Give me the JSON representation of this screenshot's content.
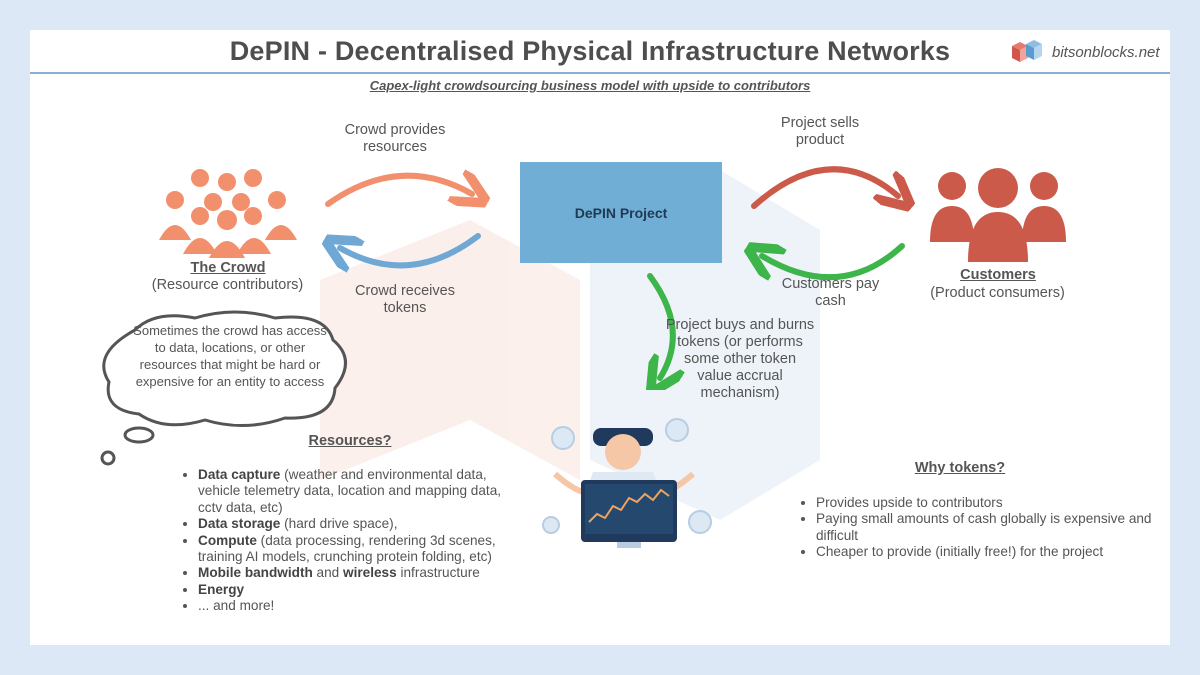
{
  "title": "DePIN - Decentralised Physical Infrastructure Networks",
  "brand": {
    "name": "bitsonblocks.net",
    "icon": "cube-logo-icon"
  },
  "subtitle": "Capex-light crowdsourcing business model with upside to contributors",
  "crowd": {
    "name": "The Crowd",
    "role": "(Resource contributors)",
    "icon": "people-group-icon",
    "color": "#f2906e"
  },
  "project": {
    "label": "DePIN Project",
    "color": "#71aed6"
  },
  "customers": {
    "name": "Customers",
    "role": "(Product consumers)",
    "icon": "users-icon",
    "color": "#cb5a4a"
  },
  "flows": {
    "crowd_provides": "Crowd provides resources",
    "crowd_receives": "Crowd receives tokens",
    "project_sells": "Project sells product",
    "customers_pay": "Customers pay cash",
    "project_buys": "Project buys and burns tokens (or performs some other token value accrual mechanism)"
  },
  "thought_bubble": "Sometimes the crowd has access to data, locations, or other resources that might be hard or expensive for an entity to access",
  "resources": {
    "heading": "Resources?",
    "items": [
      {
        "bold": "Data capture",
        "text": " (weather and environmental data, vehicle telemetry data, location and mapping data, cctv data, etc)"
      },
      {
        "bold": "Data storage",
        "text": " (hard drive space),"
      },
      {
        "bold": "Compute",
        "text": " (data processing, rendering 3d scenes, training AI models, crunching protein folding, etc)"
      },
      {
        "bold": "Mobile bandwidth",
        "text": " and ",
        "bold2": "wireless",
        "text2": " infrastructure"
      },
      {
        "bold": "Energy",
        "text": ""
      },
      {
        "bold": "",
        "text": "... and more!"
      }
    ]
  },
  "why_tokens": {
    "heading": "Why tokens?",
    "items": [
      "Provides upside to contributors",
      "Paying small amounts of cash globally is expensive and difficult",
      "Cheaper to provide (initially free!) for the project"
    ]
  },
  "colors": {
    "arrow_orange": "#f2906e",
    "arrow_blue": "#6fa8d4",
    "arrow_red": "#cb5a4a",
    "arrow_green": "#3db54a",
    "background": "#dce8f5"
  }
}
